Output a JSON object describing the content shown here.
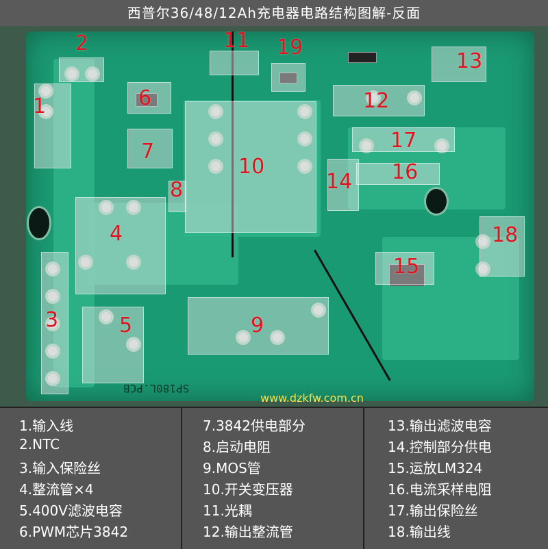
{
  "title": "西普尔36/48/12Ah充电器电路结构图解-反面",
  "watermark": "www.dzkfw.com.cn",
  "silkscreen": "SP180L.PCB",
  "markers": {
    "m1": "1",
    "m2": "2",
    "m3": "3",
    "m4": "4",
    "m5": "5",
    "m6": "6",
    "m7": "7",
    "m8": "8",
    "m9": "9",
    "m10": "10",
    "m11": "11",
    "m12": "12",
    "m13": "13",
    "m14": "14",
    "m15": "15",
    "m16": "16",
    "m17": "17",
    "m18": "18",
    "m19": "19"
  },
  "legend": {
    "col1": [
      "1.输入线",
      "2.NTC",
      "3.输入保险丝",
      "4.整流管×4",
      "5.400V滤波电容",
      "6.PWM芯片3842"
    ],
    "col2": [
      "7.3842供电部分",
      "8.启动电阻",
      "9.MOS管",
      "10.开关变压器",
      "11.光耦",
      "12.输出整流管"
    ],
    "col3": [
      "13.输出滤波电容",
      "14.控制部分供电",
      "15.运放LM324",
      "16.电流采样电阻",
      "17.输出保险丝",
      "18.输出线"
    ]
  },
  "colors": {
    "marker_red": "#e0141e",
    "pcb_green": "#1a9a72",
    "watermark_yellow": "#ffe14a"
  }
}
